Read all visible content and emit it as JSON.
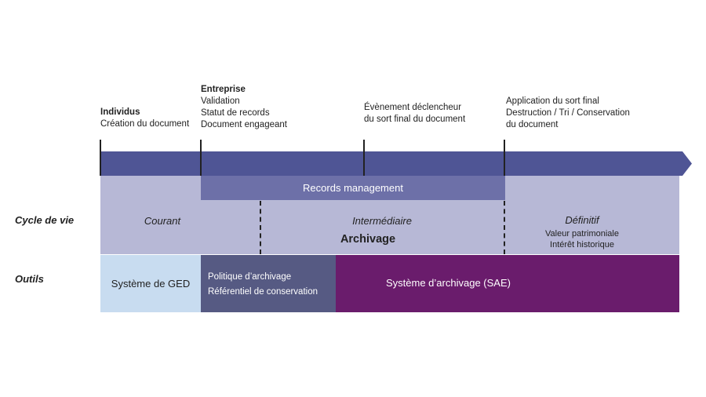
{
  "events": {
    "individus": {
      "title": "Individus",
      "line1": "Création du document"
    },
    "entreprise": {
      "title": "Entreprise",
      "line1": "Validation",
      "line2": "Statut de records",
      "line3": "Document engageant"
    },
    "declencheur": {
      "line1": "Évènement déclencheur",
      "line2": "du sort final du document"
    },
    "sort_final": {
      "line1": "Application du sort final",
      "line2": "Destruction / Tri / Conservation",
      "line3": "du document"
    }
  },
  "bands": {
    "records_management": "Records management",
    "archivage": "Archivage"
  },
  "row_labels": {
    "cycle": "Cycle de vie",
    "outils": "Outils"
  },
  "phases": {
    "courant": "Courant",
    "intermediaire": "Intermédiaire",
    "definitif": {
      "title": "Définitif",
      "line1": "Valeur patrimoniale",
      "line2": "Intérêt historique"
    }
  },
  "tools": {
    "ged": "Système de GED",
    "policy": {
      "line1": "Politique d’archivage",
      "line2": "Référentiel de conservation"
    },
    "sae": "Système d’archivage (SAE)"
  },
  "colors": {
    "timeline_arrow": "#4f5595",
    "lifecycle_band": "#b7b8d6",
    "records_bar": "#6d70a8",
    "ged": "#c8dcf0",
    "policy": "#565a83",
    "sae": "#6a1c6c"
  }
}
